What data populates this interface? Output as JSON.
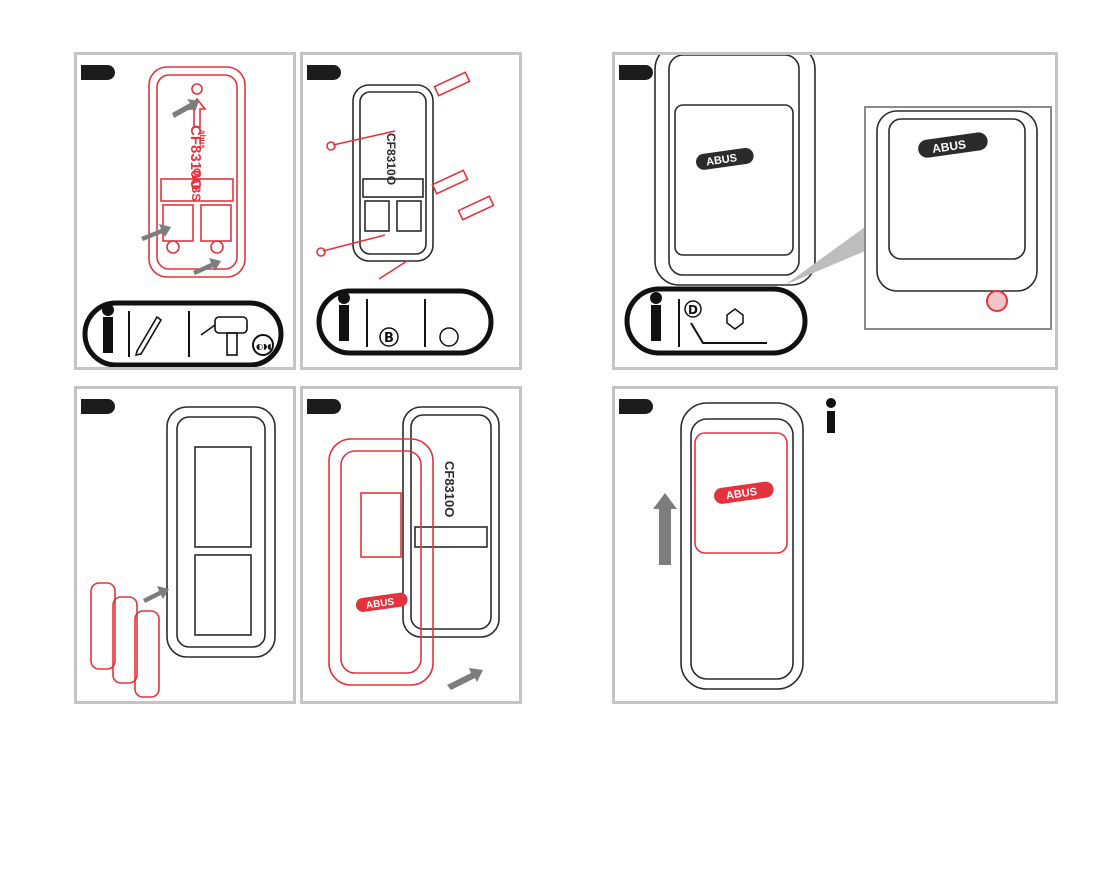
{
  "colors": {
    "accent_red": "#e5333d",
    "line_black": "#2b2b2b",
    "arrow_grey": "#7d7d7d",
    "frame_grey": "#c4c4c4"
  },
  "device": {
    "model_label": "CF8310O",
    "brand_label": "ABUS",
    "tab_label": "ABS",
    "small_logo": "abus"
  },
  "panel1": {
    "tools": [
      "info-icon",
      "pencil-icon",
      "drill-icon"
    ],
    "drill_marker": "◐◗◖"
  },
  "panel2": {
    "info_letter": "B",
    "tools": [
      "info-icon",
      "screw-b-icon",
      "screw-c-icon"
    ]
  },
  "panel3": {
    "info_letter": "D",
    "tools": [
      "info-icon",
      "hex-key-icon",
      "hex-nut-icon"
    ]
  },
  "panel4": {
    "items": [
      "batteries",
      "battery-compartment"
    ]
  },
  "panel5": {
    "items": [
      "front-cover",
      "back-plate"
    ]
  },
  "panel6": {
    "items": [
      "assembled-device",
      "push-up-arrow",
      "info-icon"
    ]
  }
}
